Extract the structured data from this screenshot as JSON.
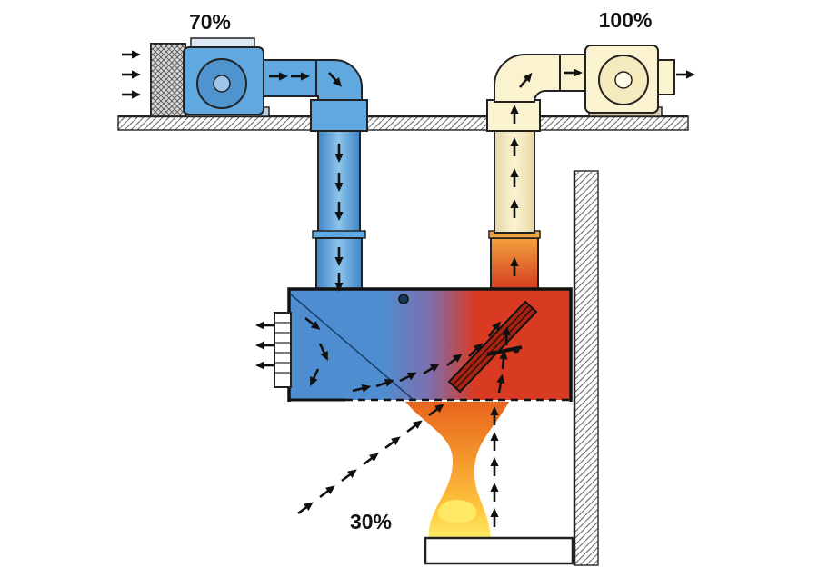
{
  "labels": {
    "supply_fan_pct": "70%",
    "exhaust_fan_pct": "100%",
    "makeup_air_pct": "30%"
  },
  "colors": {
    "supply_blue": "#5FA8E0",
    "supply_blue_dark": "#3F85C6",
    "supply_blue_light": "#8EC4EC",
    "exhaust_cream": "#FBF3D0",
    "exhaust_cream_dark": "#E6D7A6",
    "hot_orange": "#F2A23C",
    "hot_red": "#D23A20",
    "hood_blue": "#4E8ED0",
    "hood_purple": "#7D6FAE",
    "hood_red": "#D93A22",
    "flame_top": "#E8641C",
    "flame_mid": "#F59A2E",
    "flame_core": "#FFEA66",
    "arrow_black": "#111111",
    "background": "#FFFFFF"
  }
}
